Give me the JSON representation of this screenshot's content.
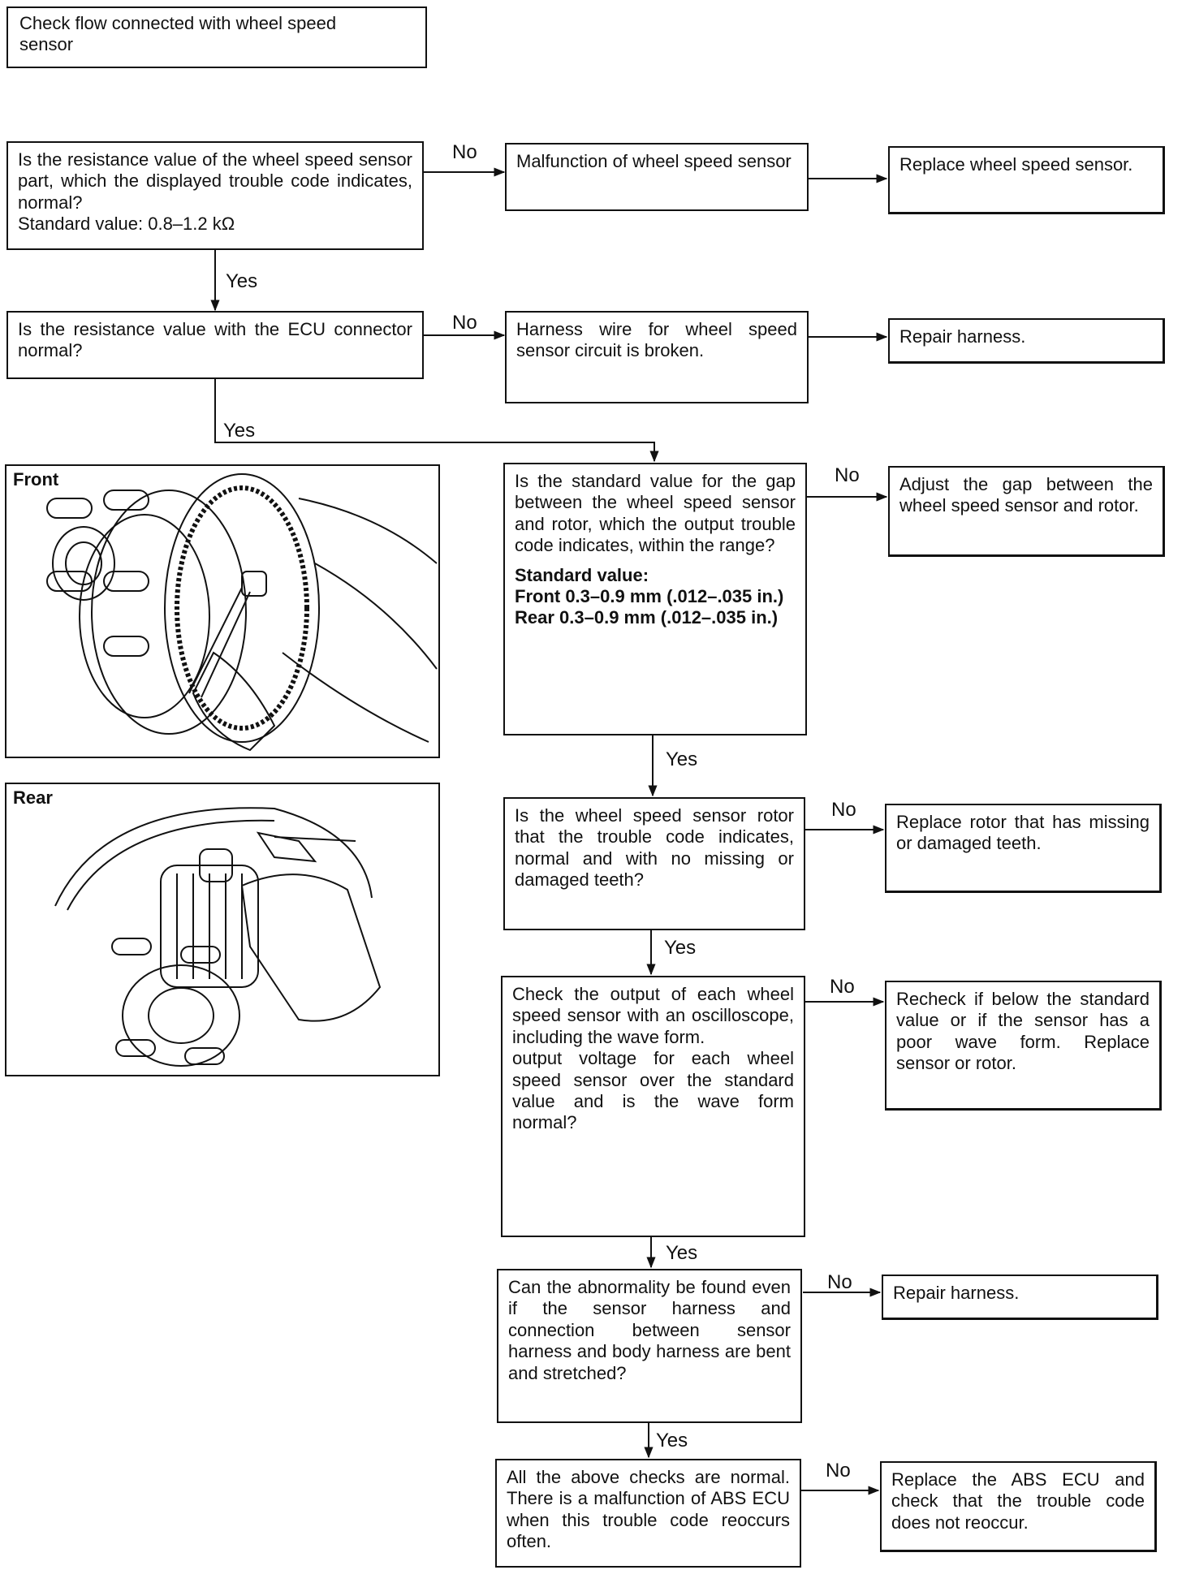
{
  "header": {
    "title": "Check flow connected with wheel speed\nsensor"
  },
  "flow": {
    "q1": "Is the resistance value of the wheel speed sensor part, which the displayed trouble code indicates, normal?\nStandard value: 0.8–1.2 kΩ",
    "r1": "Malfunction of wheel speed sensor",
    "a1": "Replace wheel speed sensor.",
    "q2": "Is the resistance value with the ECU connector normal?",
    "r2": "Harness wire for wheel speed sensor circuit is broken.",
    "a2": "Repair harness.",
    "q3": "Is the standard value for the gap between the wheel speed sensor and rotor, which the output trouble code indicates, within the range?",
    "q3_std_title": "Standard value:",
    "q3_std_front": "Front 0.3–0.9 mm (.012–.035 in.)",
    "q3_std_rear": "Rear 0.3–0.9 mm (.012–.035 in.)",
    "a3": "Adjust the gap between the wheel speed sensor and rotor.",
    "q4": "Is the wheel speed sensor rotor that the trouble code indicates, normal and with no missing or damaged teeth?",
    "a4": "Replace rotor that has missing or damaged teeth.",
    "q5": "Check the output of each wheel speed sensor with an oscilloscope, including the wave form.\noutput voltage for each wheel speed sensor over the standard value and is the wave form normal?",
    "a5": "Recheck if below the standard value or if the sensor has a poor wave form. Replace sensor or rotor.",
    "q6": "Can the abnormality be found even if the sensor harness and connection between sensor harness and body harness are bent and stretched?",
    "a6": "Repair harness.",
    "q7": "All the above checks are normal. There is a malfunction of ABS ECU when this trouble code reoccurs often.",
    "a7": "Replace the ABS ECU and check that the trouble code does not reoccur."
  },
  "labels": {
    "yes": "Yes",
    "no": "No"
  },
  "illustrations": {
    "front": "Front",
    "rear": "Rear"
  }
}
